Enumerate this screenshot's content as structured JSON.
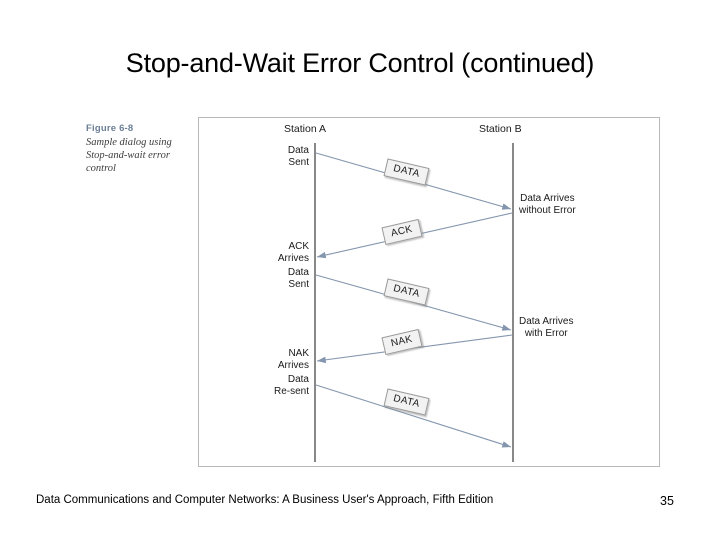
{
  "slide": {
    "title": "Stop-and-Wait Error Control (continued)"
  },
  "caption": {
    "figure_number": "Figure 6-8",
    "description_line1": "Sample dialog using",
    "description_line2": "Stop-and-wait error",
    "description_line3": "control",
    "color": "#6b7f96"
  },
  "diagram": {
    "stations": [
      {
        "label": "Station A"
      },
      {
        "label": "Station B"
      }
    ],
    "left_events": [
      {
        "line1": "Data",
        "line2": "Sent"
      },
      {
        "line1": "ACK",
        "line2": "Arrives"
      },
      {
        "line1": "Data",
        "line2": "Sent"
      },
      {
        "line1": "NAK",
        "line2": "Arrives"
      },
      {
        "line1": "Data",
        "line2": "Re-sent"
      }
    ],
    "right_events": [
      {
        "line1": "Data Arrives",
        "line2": "without Error"
      },
      {
        "line1": "Data Arrives",
        "line2": "with Error"
      }
    ],
    "packets": [
      {
        "label": "DATA",
        "direction": "a-to-b"
      },
      {
        "label": "ACK",
        "direction": "b-to-a"
      },
      {
        "label": "DATA",
        "direction": "a-to-b"
      },
      {
        "label": "NAK",
        "direction": "b-to-a"
      },
      {
        "label": "DATA",
        "direction": "a-to-b"
      }
    ],
    "arrow_color": "#8496ae",
    "timeline_color": "#555555"
  },
  "footer": {
    "text": "Data Communications and Computer Networks: A Business User's Approach, Fifth Edition",
    "page_number": "35"
  }
}
